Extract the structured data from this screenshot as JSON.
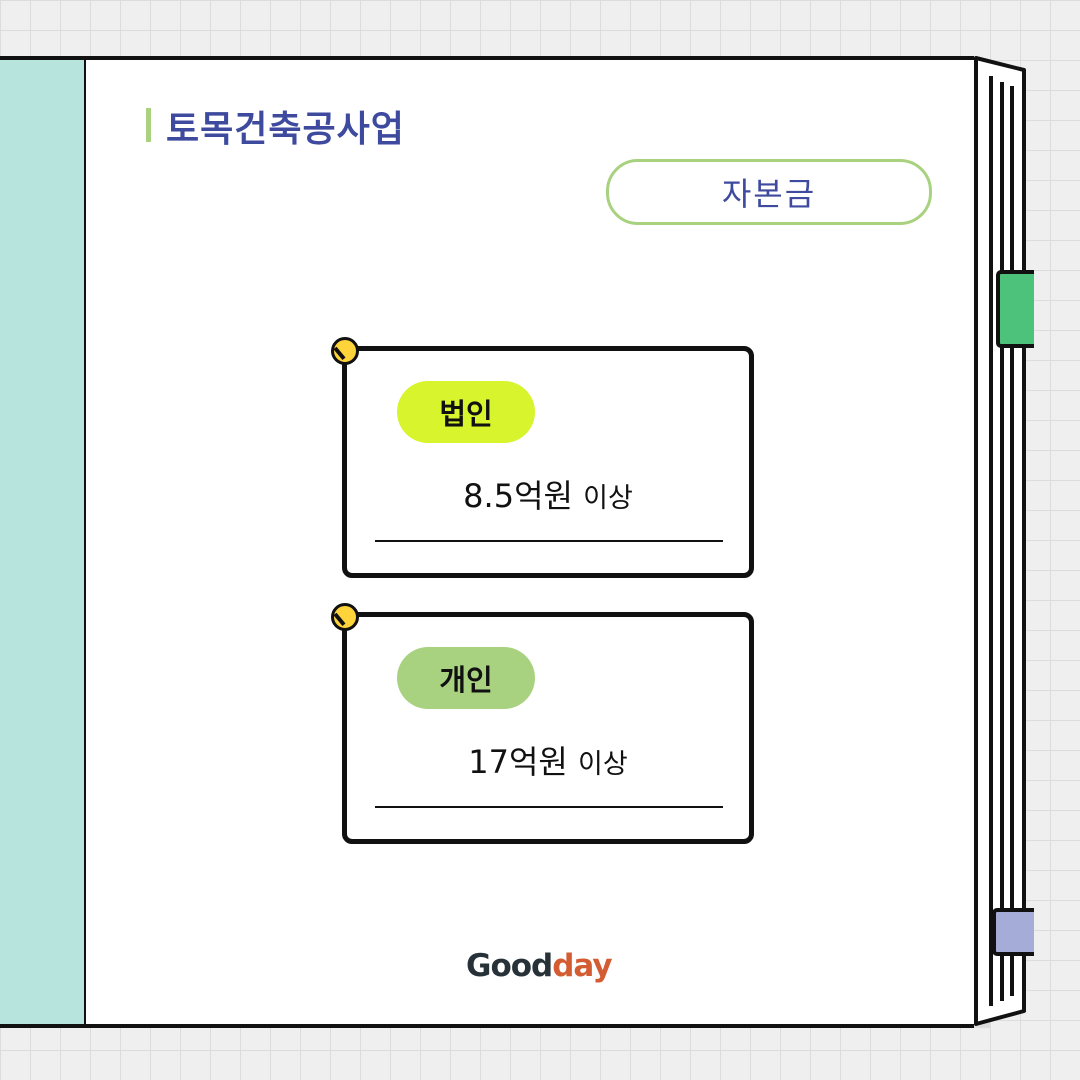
{
  "header": {
    "title": "토목건축공사업",
    "badge": "자본금"
  },
  "cards": [
    {
      "tag": "법인",
      "amount": "8.5억원",
      "suffix": "이상",
      "tag_color": "#d7f42c"
    },
    {
      "tag": "개인",
      "amount": "17억원",
      "suffix": "이상",
      "tag_color": "#a8d27f"
    }
  ],
  "logo": {
    "part1": "Good",
    "part2": "day",
    "color1": "#263238",
    "color2": "#d35c32"
  },
  "tabs": [
    {
      "name": "green-tab",
      "color": "#4cc27a"
    },
    {
      "name": "lavender-tab",
      "color": "#a6acd8"
    }
  ],
  "colors": {
    "spine": "#b8e4de",
    "accent_title": "#3d4a9e",
    "accent_green": "#a8d27f",
    "pin": "#ffd33a"
  }
}
